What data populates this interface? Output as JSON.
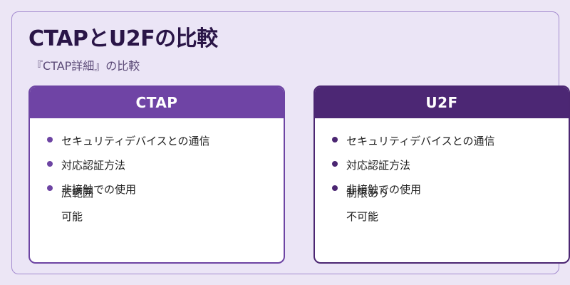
{
  "page": {
    "title": "CTAPとU2Fの比較",
    "subtitle": "『CTAP詳細』の比較"
  },
  "cards": [
    {
      "header": "CTAP",
      "items": [
        "セキュリティデバイスとの通信",
        "対応認証方法",
        "非接触での使用"
      ],
      "overlap_text": "広範囲",
      "extra_text": "可能"
    },
    {
      "header": "U2F",
      "items": [
        "セキュリティデバイスとの通信",
        "対応認証方法",
        "非接触での使用"
      ],
      "overlap_text": "制限あり",
      "extra_text": "不可能"
    }
  ],
  "colors": {
    "background": "#ece6f5",
    "ctap_header": "#6f44a5",
    "u2f_header": "#4c2774",
    "title": "#2a1547"
  }
}
